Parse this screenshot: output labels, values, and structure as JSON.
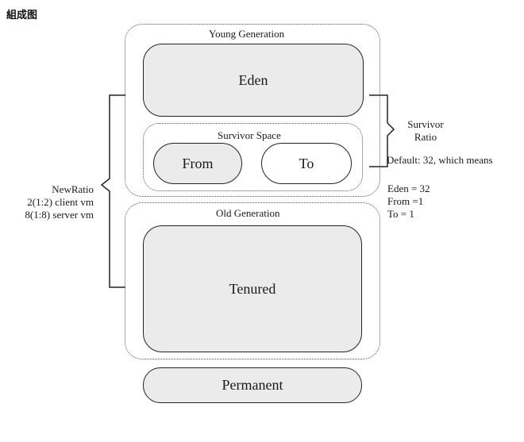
{
  "caption": "組成图",
  "young_generation": {
    "label": "Young Generation",
    "eden": "Eden",
    "survivor_space": {
      "label": "Survivor Space",
      "from": "From",
      "to": "To"
    }
  },
  "old_generation": {
    "label": "Old Generation",
    "tenured": "Tenured"
  },
  "permanent": "Permanent",
  "new_ratio": {
    "title": "NewRatio",
    "line1": "2(1:2) client vm",
    "line2": "8(1:8) server vm"
  },
  "survivor_ratio": {
    "line1": "Survivor",
    "line2": "Ratio",
    "default": "Default: 32, which means",
    "eden": "Eden = 32",
    "from": "From =1",
    "to": "To = 1"
  }
}
